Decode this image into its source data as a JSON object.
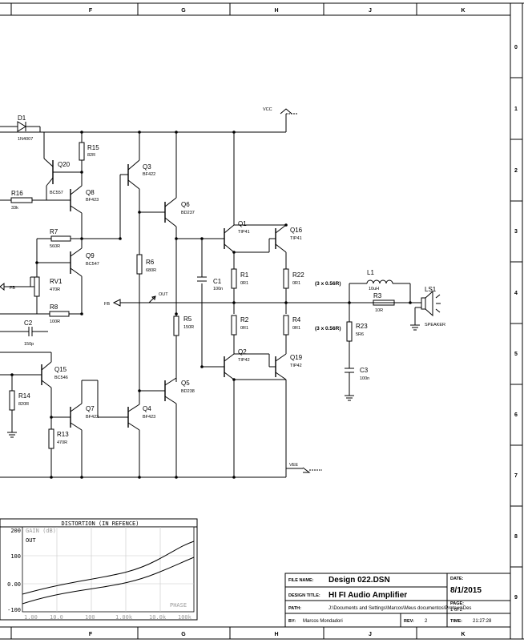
{
  "frame": {
    "columns": [
      "F",
      "G",
      "H",
      "J",
      "K"
    ],
    "rows": [
      "0",
      "1",
      "2",
      "3",
      "4",
      "5",
      "6",
      "7",
      "8",
      "9"
    ]
  },
  "rails": {
    "vcc": "VCC",
    "vee": "VEE"
  },
  "components": {
    "D1": {
      "ref": "D1",
      "value": "1N4007"
    },
    "R15": {
      "ref": "R15",
      "value": "82R"
    },
    "Q20": {
      "ref": "Q20",
      "value": "BC557"
    },
    "R16": {
      "ref": "R16",
      "value": "33k"
    },
    "Q8": {
      "ref": "Q8",
      "value": "BF423"
    },
    "Q3": {
      "ref": "Q3",
      "value": "BF422"
    },
    "Q6": {
      "ref": "Q6",
      "value": "BD237"
    },
    "R7": {
      "ref": "R7",
      "value": "560R"
    },
    "Q9": {
      "ref": "Q9",
      "value": "BC547"
    },
    "RV1": {
      "ref": "RV1",
      "value": "470R"
    },
    "R8": {
      "ref": "R8",
      "value": "100R"
    },
    "C2": {
      "ref": "C2",
      "value": "150p"
    },
    "R6": {
      "ref": "R6",
      "value": "680R"
    },
    "Q1": {
      "ref": "Q1",
      "value": "TIP41"
    },
    "Q16": {
      "ref": "Q16",
      "value": "TIP41"
    },
    "R1": {
      "ref": "R1",
      "value": "0R1"
    },
    "R22": {
      "ref": "R22",
      "value": "0R1"
    },
    "C1": {
      "ref": "C1",
      "value": "100n"
    },
    "R5": {
      "ref": "R5",
      "value": "150R"
    },
    "R2": {
      "ref": "R2",
      "value": "0R1"
    },
    "R4": {
      "ref": "R4",
      "value": "0R1"
    },
    "Q2": {
      "ref": "Q2",
      "value": "TIP42"
    },
    "Q19": {
      "ref": "Q19",
      "value": "TIP42"
    },
    "Q5": {
      "ref": "Q5",
      "value": "BD238"
    },
    "Q4": {
      "ref": "Q4",
      "value": "BF423"
    },
    "Q7": {
      "ref": "Q7",
      "value": "BF422"
    },
    "Q15": {
      "ref": "Q15",
      "value": "BC546"
    },
    "R14": {
      "ref": "R14",
      "value": "820R"
    },
    "R13": {
      "ref": "R13",
      "value": "470R"
    },
    "L1": {
      "ref": "L1",
      "value": "10uH"
    },
    "R3": {
      "ref": "R3",
      "value": "10R"
    },
    "R23": {
      "ref": "R23",
      "value": "5R6"
    },
    "C3": {
      "ref": "C3",
      "value": "100n"
    },
    "LS1": {
      "ref": "LS1",
      "value": "SPEAKER"
    }
  },
  "nets": {
    "fb": "FB",
    "out": "OUT",
    "fb_left": "FB"
  },
  "notes": {
    "upper": "(3 x 0.56R)",
    "lower": "(3 x 0.56R)"
  },
  "graph": {
    "title": "DISTORTION (IN REFENCE)",
    "y_ticks": [
      "200",
      "100",
      "0.00",
      "-100"
    ],
    "x_ticks": [
      "1.00",
      "10.0",
      "100",
      "1.00k",
      "10.0k",
      "100k"
    ],
    "gain_label": "GAIN (dB)",
    "out_label": "OUT",
    "phase_label": "PHASE"
  },
  "titleblock": {
    "file_name_label": "FILE NAME:",
    "file_name": "Design 022.DSN",
    "design_title_label": "DESIGN TITLE:",
    "design_title": "HI FI Audio Amplifier",
    "path_label": "PATH:",
    "path": "J:\\Documents and Settings\\Marcos\\Meus documentos\\Proteus\\Des",
    "by_label": "BY:",
    "by": "Marcos Mondadori",
    "rev_label": "REV:",
    "rev": "2",
    "date_label": "DATE:",
    "date": "8/1/2015",
    "page_label": "PAGE:",
    "page": "1  of  2",
    "time_label": "TIME:",
    "time": "21:27:28"
  }
}
